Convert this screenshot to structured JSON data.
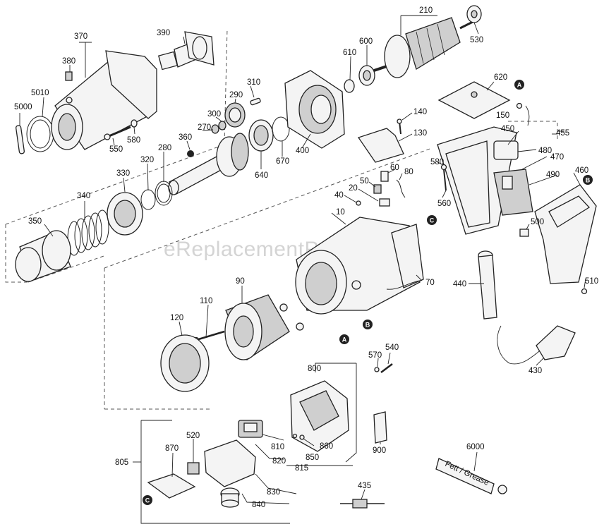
{
  "watermark": "eReplacementParts.com",
  "labels": [
    "5000",
    "5010",
    "370",
    "380",
    "550",
    "580",
    "390",
    "300",
    "290",
    "310",
    "270",
    "360",
    "280",
    "320",
    "330",
    "340",
    "350",
    "640",
    "670",
    "400",
    "210",
    "530",
    "610",
    "600",
    "620",
    "140",
    "130",
    "150",
    "450",
    "455",
    "480",
    "470",
    "490",
    "460",
    "580b",
    "560",
    "60",
    "80",
    "50",
    "20",
    "40",
    "10",
    "70",
    "500",
    "440",
    "510",
    "90",
    "110",
    "120",
    "800",
    "570",
    "540",
    "430",
    "520",
    "870",
    "805",
    "810",
    "820",
    "815",
    "850",
    "860",
    "830",
    "840",
    "900",
    "6000",
    "435"
  ],
  "label_text": {
    "l5000": "5000",
    "l5010": "5010",
    "l370": "370",
    "l380": "380",
    "l550": "550",
    "l580": "580",
    "l390": "390",
    "l300": "300",
    "l290": "290",
    "l310": "310",
    "l270": "270",
    "l360": "360",
    "l280": "280",
    "l320": "320",
    "l330": "330",
    "l340": "340",
    "l350": "350",
    "l640": "640",
    "l670": "670",
    "l400": "400",
    "l210": "210",
    "l530": "530",
    "l610": "610",
    "l600": "600",
    "l620": "620",
    "l140": "140",
    "l130": "130",
    "l150": "150",
    "l450": "450",
    "l455": "455",
    "l480": "480",
    "l470": "470",
    "l490": "490",
    "l460": "460",
    "l580b": "580",
    "l560": "560",
    "l60": "60",
    "l80": "80",
    "l50": "50",
    "l20": "20",
    "l40": "40",
    "l10": "10",
    "l70": "70",
    "l500": "500",
    "l440": "440",
    "l510": "510",
    "l90": "90",
    "l110": "110",
    "l120": "120",
    "l800": "800",
    "l570": "570",
    "l540": "540",
    "l430": "430",
    "l520": "520",
    "l870": "870",
    "l805": "805",
    "l810": "810",
    "l820": "820",
    "l815": "815",
    "l850": "850",
    "l860": "860",
    "l830": "830",
    "l840": "840",
    "l900": "900",
    "l6000": "6000",
    "l435": "435"
  },
  "markers": {
    "a": "A",
    "b": "B",
    "c": "C"
  },
  "tube_text": "Fett / Grease"
}
